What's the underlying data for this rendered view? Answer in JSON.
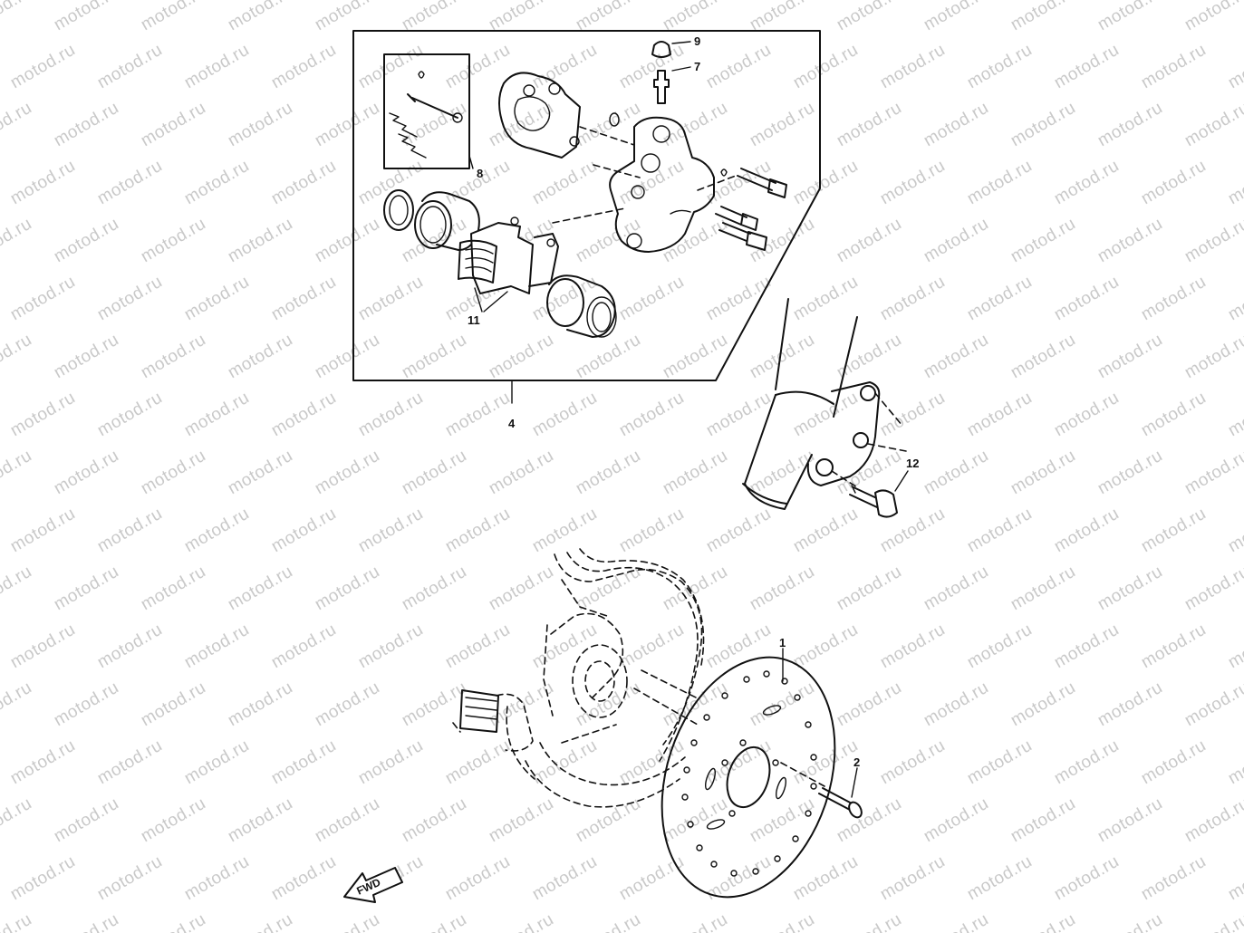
{
  "watermark": {
    "text": "motod.ru"
  },
  "callouts": {
    "c1": "1",
    "c2": "2",
    "c4": "4",
    "c7": "7",
    "c8": "8",
    "c9": "9",
    "c11": "11",
    "c12": "12"
  },
  "fwd_label": "FWD"
}
